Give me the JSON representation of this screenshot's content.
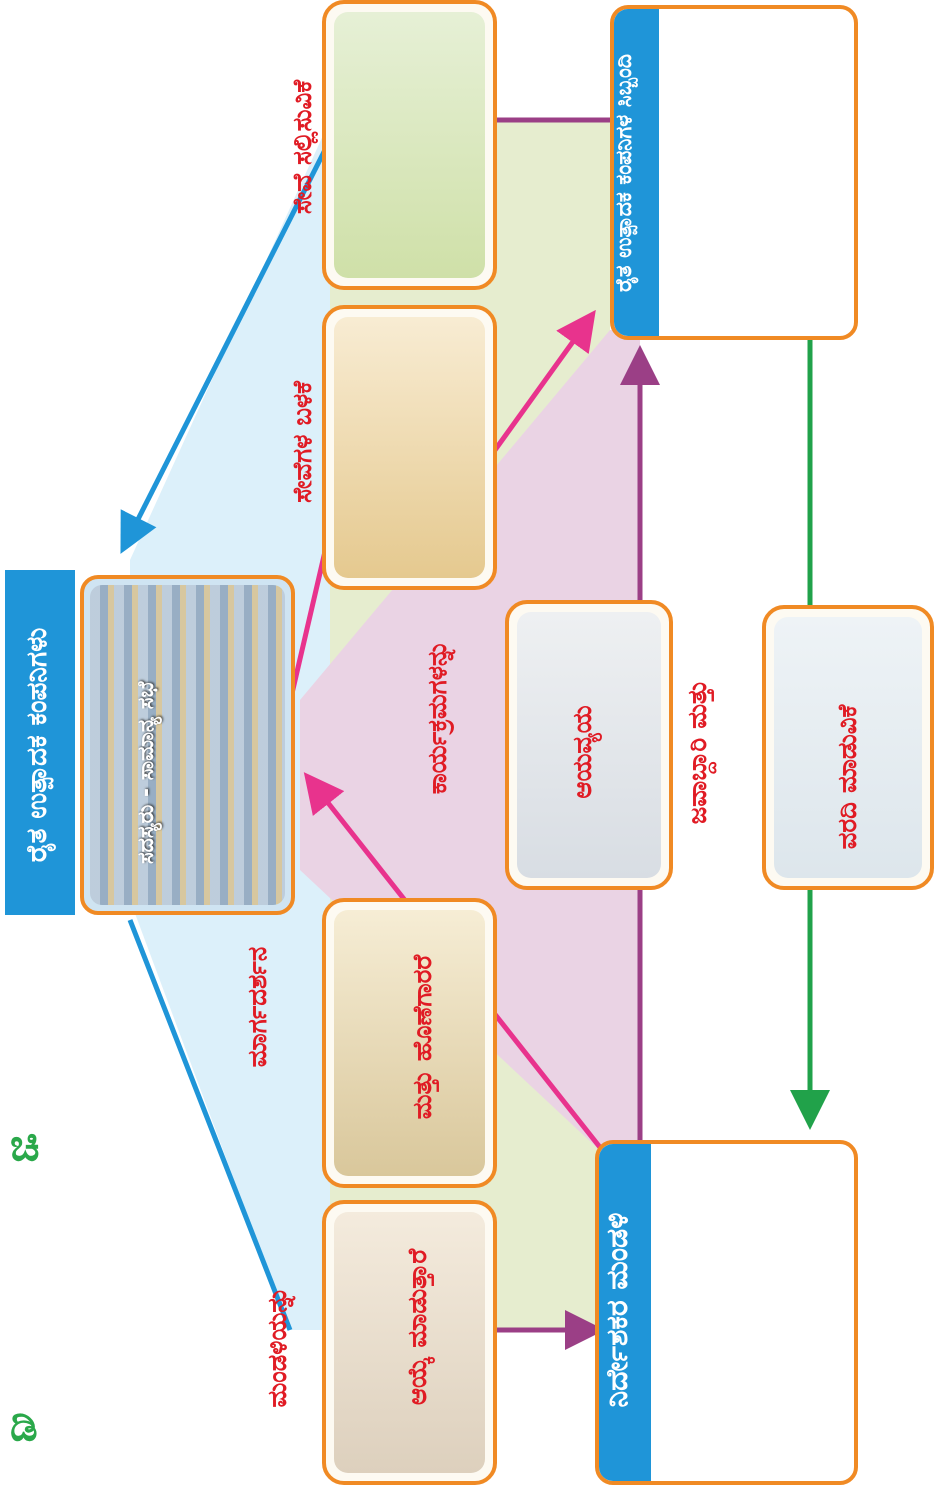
{
  "diagram": {
    "top_box_label": "ರೈತ ಉತ್ಪಾದಕ ಕಂಪನಿಗಳ ಸಿಬ್ಬಂದಿ",
    "bottom_box_label": "ನಿರ್ದೇಶಕರ ಮಂಡಳಿ",
    "left_box_label": "ರೈತ ಉತ್ಪಾದಕ ಕಂಪನಿಗಳು",
    "left_box_inner_caption": "ಸದಸ್ಯರು - ಸಾಮಾನ್ಯ ಸಭೆ",
    "arrow_labels": {
      "mandaliyannu": "ಮಂಡಳಿಯನ್ನು",
      "ayke_maduttare": "ಆಯ್ಕೆ ಮಾಡುತ್ತಾರೆ",
      "maarga_darshana": "ಮಾರ್ಗದರ್ಶನ",
      "mattu_horisuttade": "ಮತ್ತು ಹೊಣೆಗಾರರೆ",
      "karyakramagalannu": "ಕಾರ್ಯಕ್ರಮಗಳನ್ನು",
      "sevegala_balake": "ಸೇವೆಗಳ ಬಳಕೆ",
      "seve_salluvike": "ಸೇವೆ ಸಲ್ಲಿಸುವಿಕೆ",
      "ayavyaya": "ಆಯವ್ಯಯ",
      "jawabdari_mattu": "ಜವಾಬ್ದಾರಿ ಮತ್ತು",
      "varadi_maduvike": "ವರದಿ ಮಾಡುವಿಕೆ"
    },
    "margin_marks": [
      "ಚಿ",
      "ಡಿ"
    ],
    "colors": {
      "pink_region": "#ead3e4",
      "green_region": "#e6edcf",
      "blue_region": "#dcf0fa",
      "blue_arrow": "#1f95d8",
      "pink_arrow": "#e8338d",
      "purple_arrow": "#9b3f86",
      "green_arrow": "#21a24a",
      "card_border": "#f08a24",
      "label_red": "#e01b24",
      "label_box": "#1f95d8"
    }
  }
}
